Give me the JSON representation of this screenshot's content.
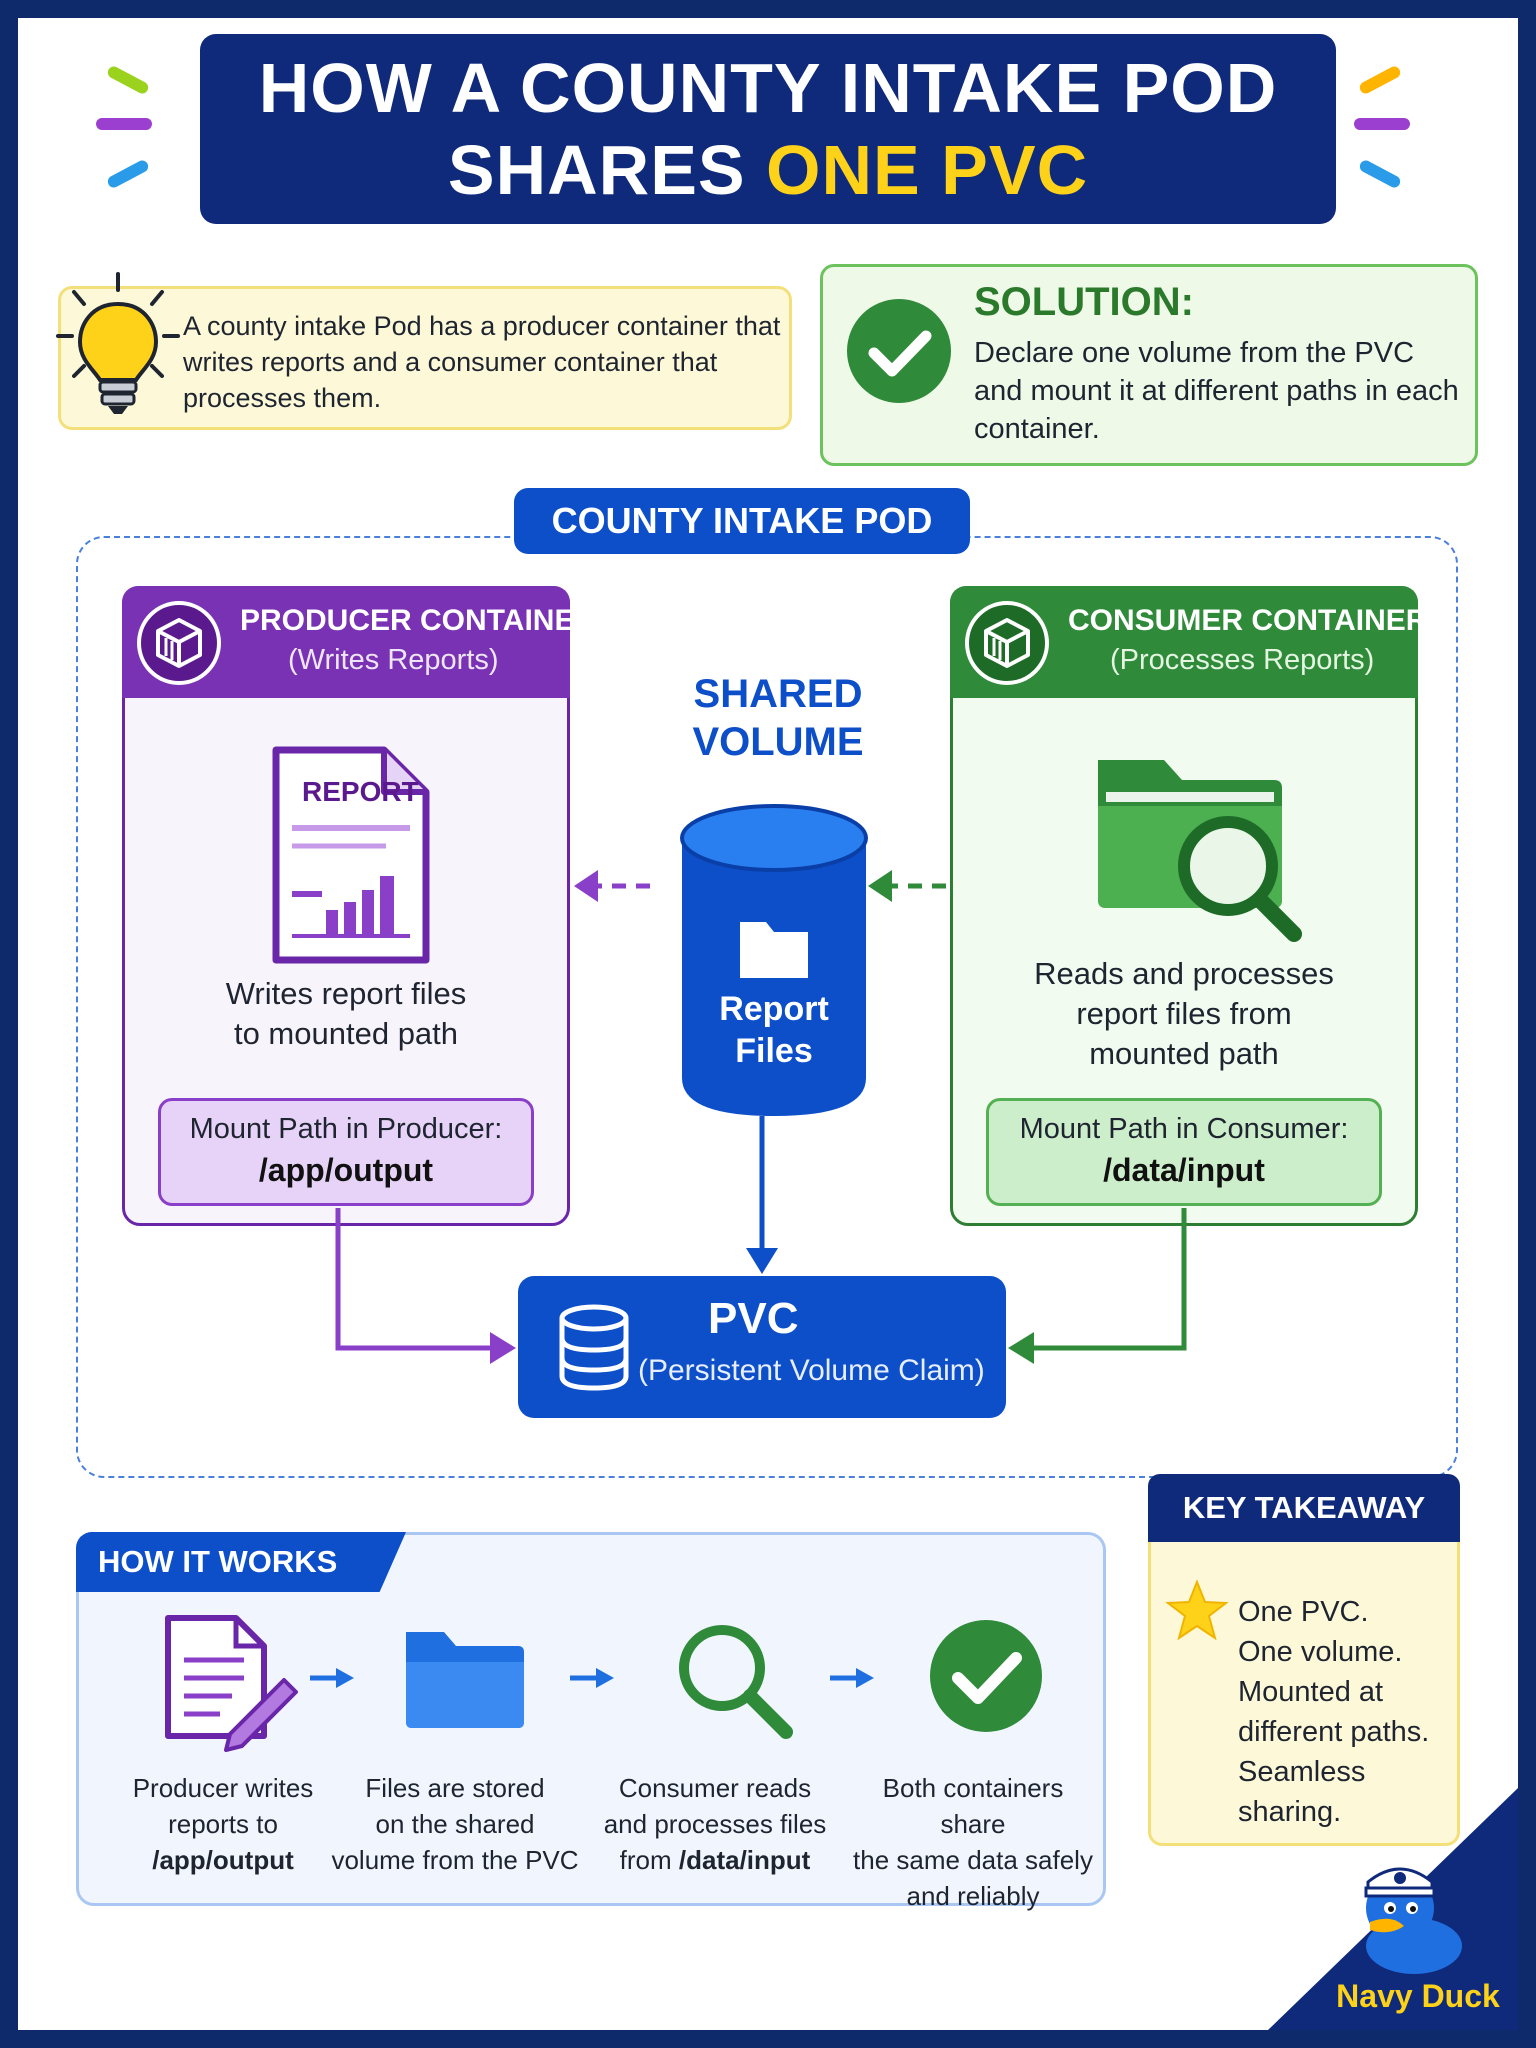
{
  "title": {
    "line1": "HOW A COUNTY INTAKE POD",
    "line2_part1": "SHARES ",
    "line2_part2": "ONE PVC"
  },
  "problem": {
    "text": "A county intake Pod has a producer container that writes reports and a consumer container that processes them."
  },
  "solution": {
    "title": "SOLUTION:",
    "text": "Declare one volume from the PVC and mount it at different paths in each container."
  },
  "pod": {
    "label": "COUNTY INTAKE POD"
  },
  "producer": {
    "title": "PRODUCER CONTAINER",
    "subtitle": "(Writes Reports)",
    "doc_label": "REPORT",
    "desc_line1": "Writes report files",
    "desc_line2": "to mounted path",
    "mount_label": "Mount Path in Producer:",
    "mount_path": "/app/output"
  },
  "consumer": {
    "title": "CONSUMER CONTAINER",
    "subtitle": "(Processes Reports)",
    "desc_line1": "Reads and processes",
    "desc_line2": "report files from",
    "desc_line3": "mounted path",
    "mount_label": "Mount Path in Consumer:",
    "mount_path": "/data/input"
  },
  "shared": {
    "line1": "SHARED",
    "line2": "VOLUME",
    "cyl_line1": "Report",
    "cyl_line2": "Files"
  },
  "pvc": {
    "title": "PVC",
    "subtitle": "(Persistent Volume Claim)"
  },
  "how": {
    "title": "HOW IT WORKS",
    "steps": [
      {
        "l1": "Producer writes",
        "l2": "reports to",
        "l3": "/app/output"
      },
      {
        "l1": "Files are stored",
        "l2": "on the shared",
        "l3": "volume from the PVC"
      },
      {
        "l1": "Consumer reads",
        "l2": "and processes files",
        "l3a": "from ",
        "l3b": "/data/input"
      },
      {
        "l1": "Both containers share",
        "l2": "the same data safely",
        "l3": "and reliably"
      }
    ]
  },
  "takeaway": {
    "title": "KEY TAKEAWAY",
    "lines": [
      "One PVC.",
      "One volume.",
      "Mounted at",
      "different paths.",
      "Seamless sharing."
    ]
  },
  "brand": {
    "name": "Navy Duck"
  },
  "colors": {
    "navy": "#0f2a7a",
    "blue": "#0d4fc9",
    "purple": "#7a32b4",
    "green": "#2f8a3a",
    "yellow": "#ffd21a"
  }
}
